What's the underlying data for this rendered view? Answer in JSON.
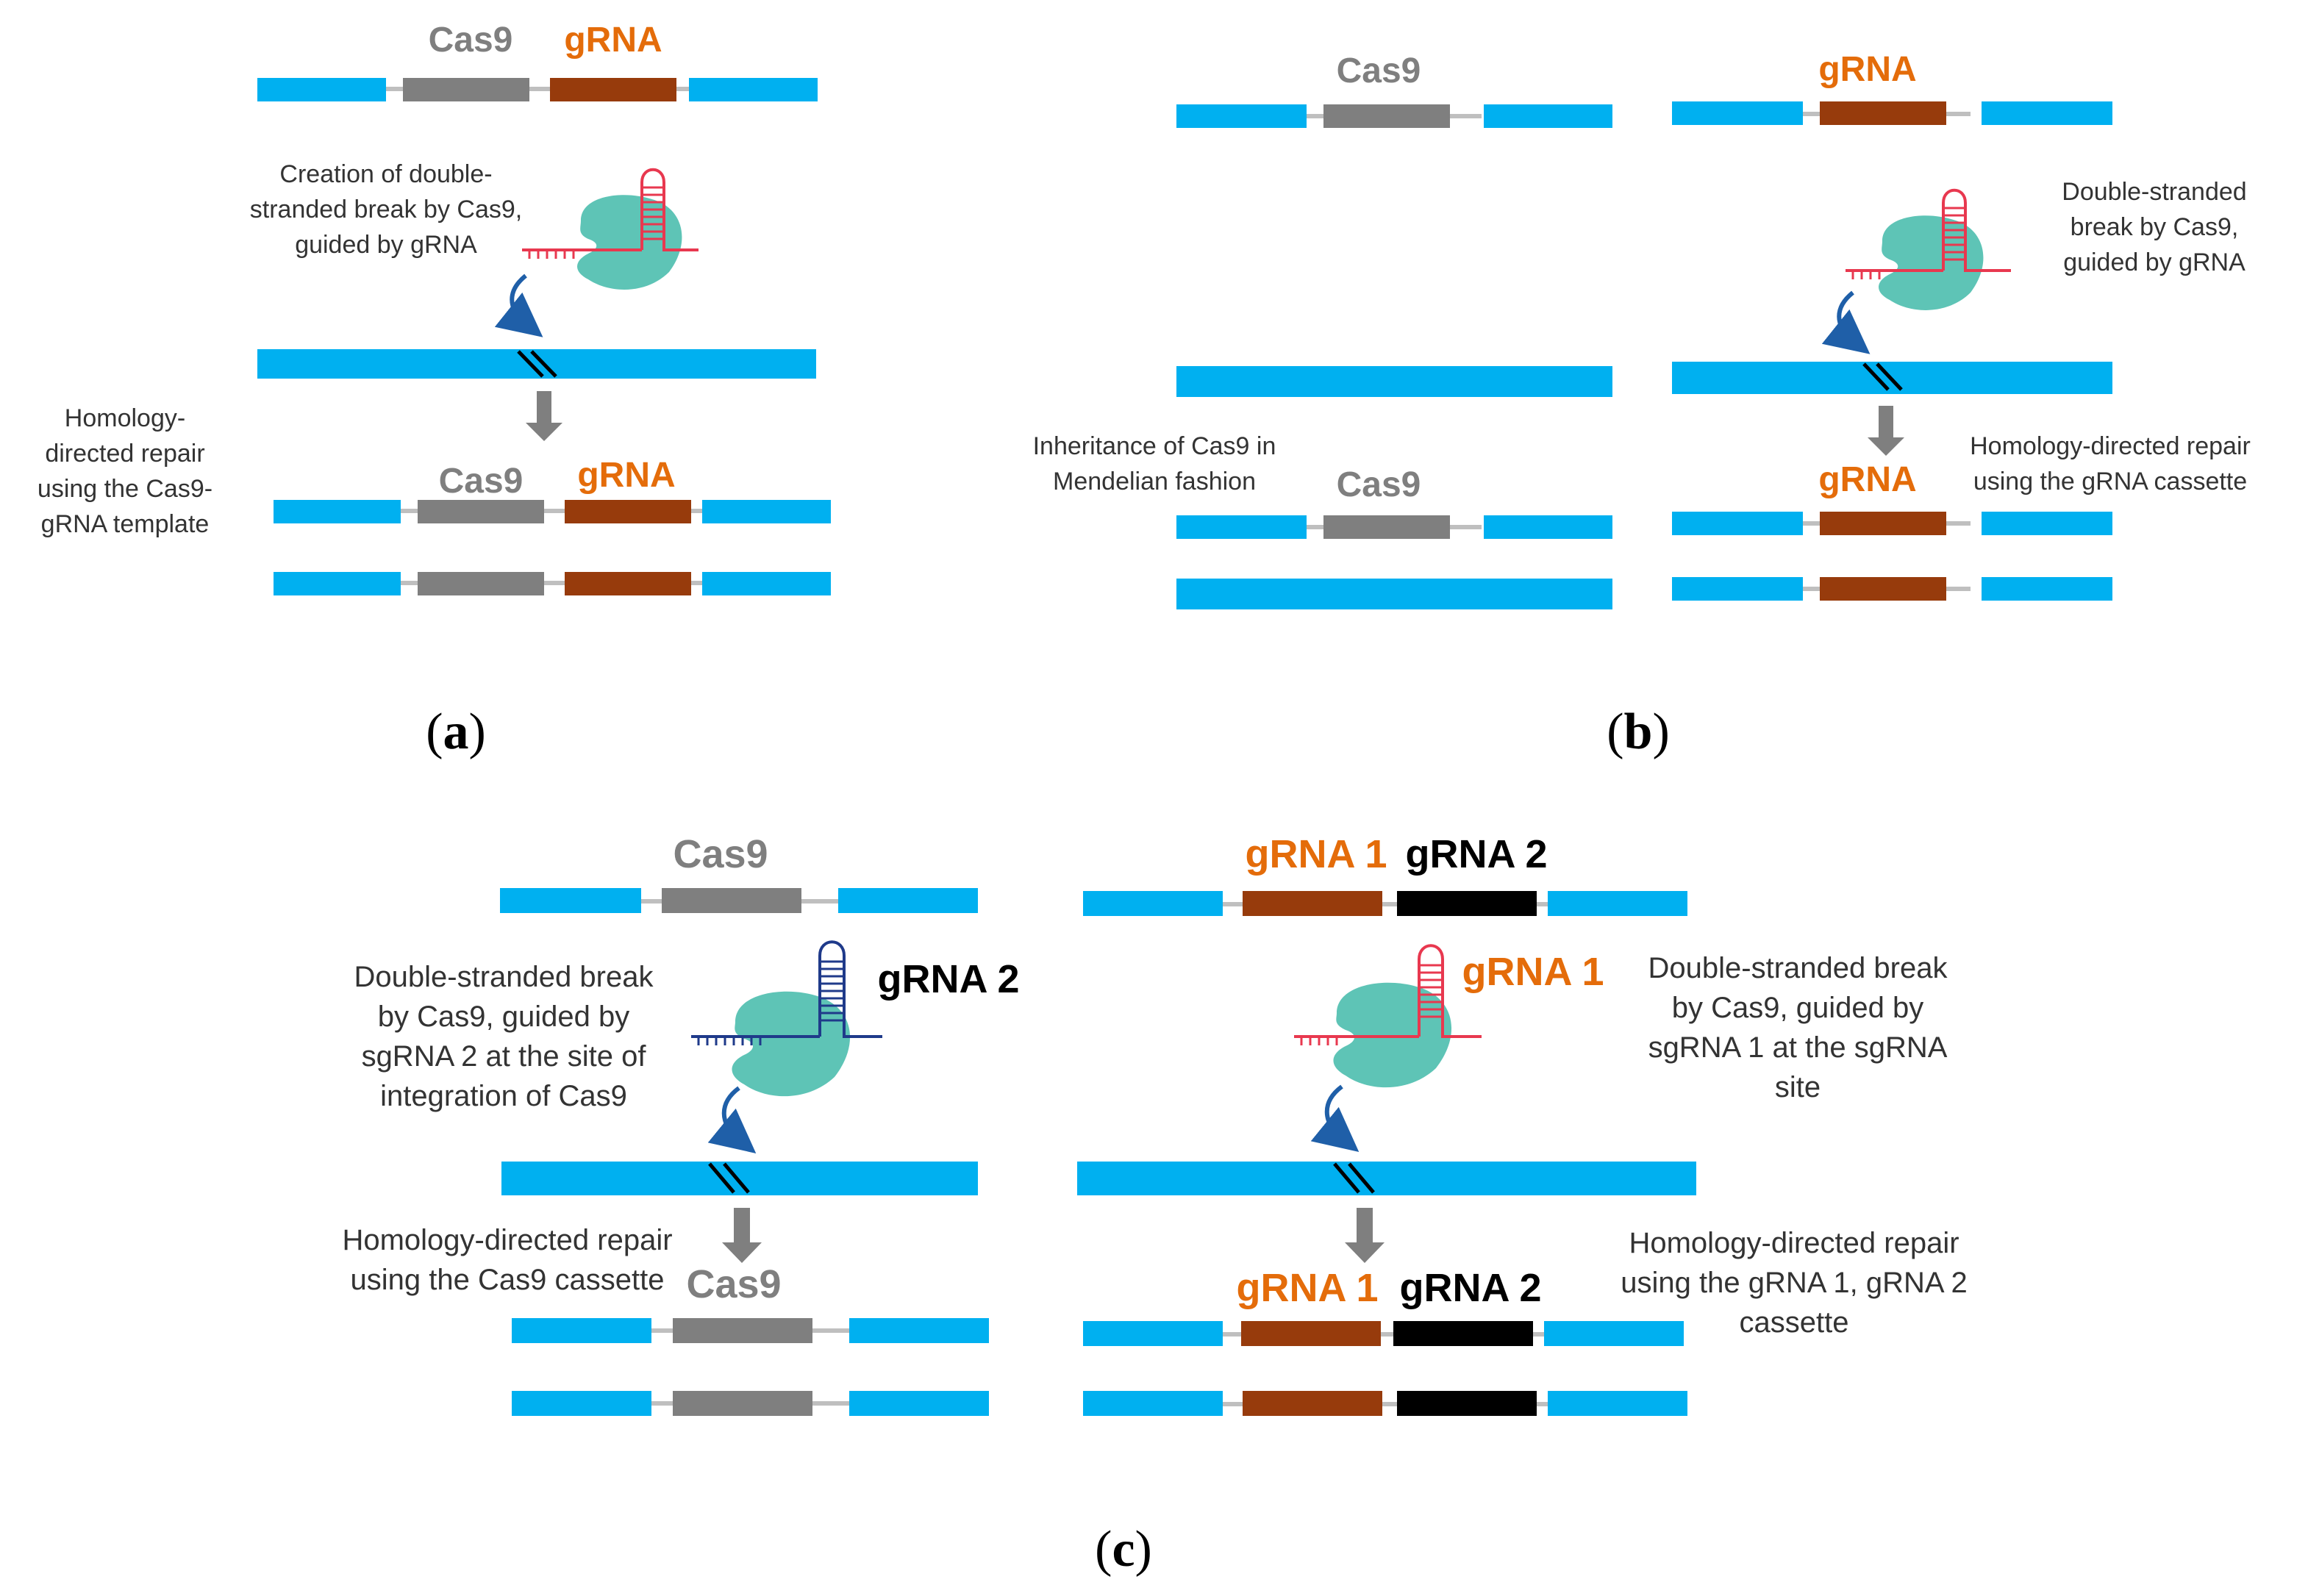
{
  "colors": {
    "dna": "#00b0f0",
    "cas9_gene": "#7f7f7f",
    "grna_gene": "#973b0c",
    "grna2_gene": "#000000",
    "linker": "#bfbfbf",
    "cas9_protein": "#5ec4b6",
    "grna_strand_red": "#e8384f",
    "grna_strand_blue": "#1f3a8a",
    "arrow_blue": "#1f5fa8",
    "arrow_gray": "#7f7f7f"
  },
  "labels": {
    "cas9": "Cas9",
    "grna": "gRNA",
    "grna1": "gRNA 1",
    "grna2": "gRNA 2"
  },
  "panel_a": {
    "panel_label": "a",
    "dsb_text": [
      "Creation of double-",
      "stranded break by Cas9,",
      "guided by gRNA"
    ],
    "hdr_text": [
      "Homology-",
      "directed repair",
      "using the Cas9-",
      "gRNA template"
    ]
  },
  "panel_b": {
    "panel_label": "b",
    "dsb_text": [
      "Double-stranded",
      "break by Cas9,",
      "guided by gRNA"
    ],
    "inherit_text": [
      "Inheritance of Cas9 in",
      "Mendelian fashion"
    ],
    "hdr_text": [
      "Homology-directed repair",
      "using the gRNA cassette"
    ]
  },
  "panel_c": {
    "panel_label": "c",
    "dsb_left_text": [
      "Double-stranded break",
      "by Cas9, guided by",
      "sgRNA 2 at the site of",
      "integration of Cas9"
    ],
    "hdr_left_text": [
      "Homology-directed repair",
      "using the Cas9 cassette"
    ],
    "dsb_right_text": [
      "Double-stranded break",
      "by Cas9, guided by",
      "sgRNA 1 at the sgRNA",
      "site"
    ],
    "hdr_right_text": [
      "Homology-directed repair",
      "using the gRNA 1, gRNA 2",
      "cassette"
    ]
  }
}
